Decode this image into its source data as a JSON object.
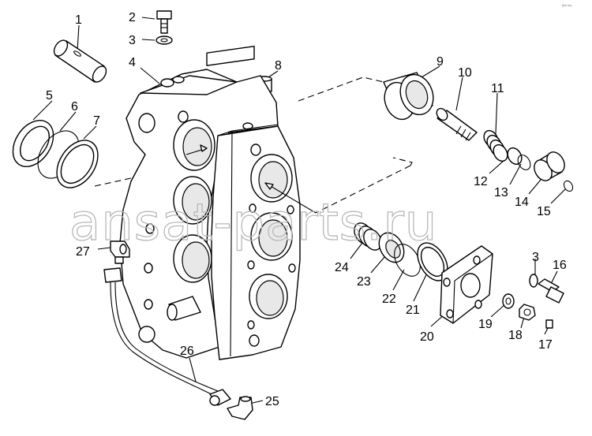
{
  "corner_mark": "#ᵗᵃ ᵇʳᵍ",
  "watermark": "ansat-parts.ru",
  "callouts": [
    "1",
    "2",
    "3",
    "4",
    "5",
    "6",
    "7",
    "8",
    "9",
    "10",
    "11",
    "12",
    "13",
    "14",
    "15",
    "16",
    "17",
    "18",
    "19",
    "20",
    "21",
    "22",
    "23",
    "24",
    "25",
    "26",
    "27"
  ]
}
